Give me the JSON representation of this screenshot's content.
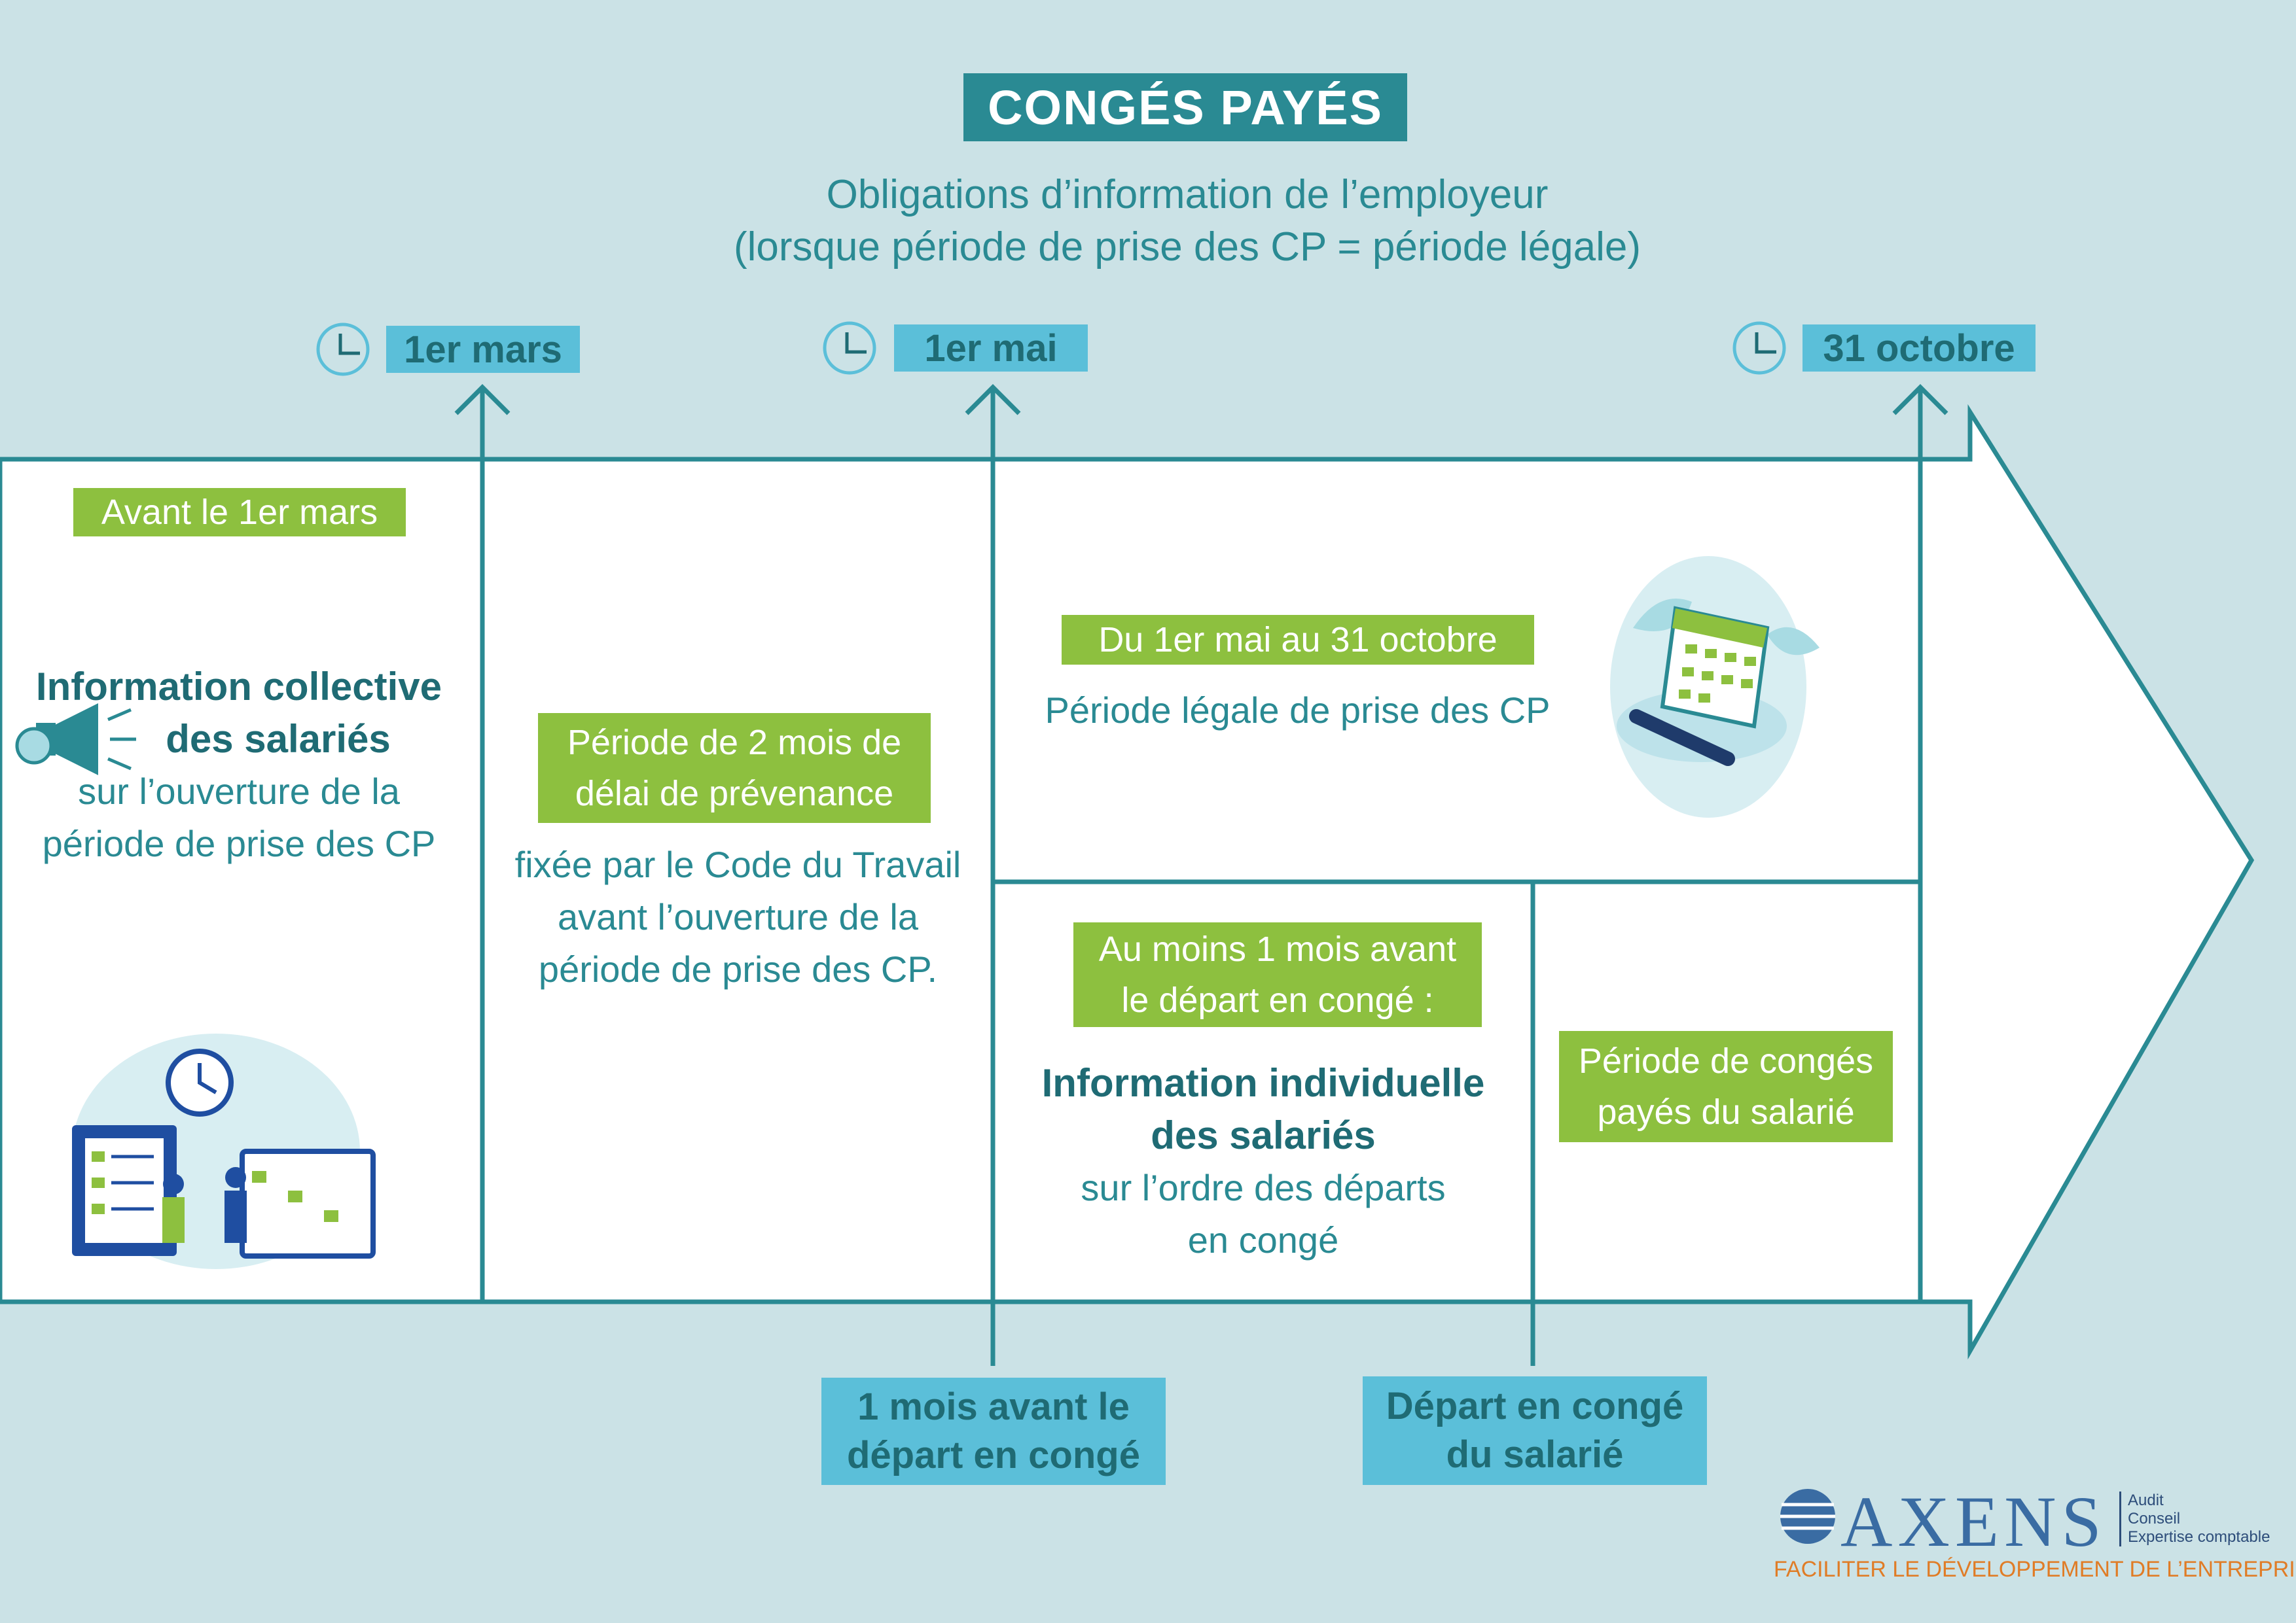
{
  "header": {
    "title": "CONGÉS PAYÉS",
    "subtitle_line1": "Obligations d’information de l’employeur",
    "subtitle_line2": "(lorsque période de prise des CP = période légale)"
  },
  "dates": {
    "d1": "1er mars",
    "d2": "1er mai",
    "d3": "31 octobre"
  },
  "col1": {
    "tag": "Avant le 1er mars",
    "bold_line1": "Information collective",
    "bold_line2": "des salariés",
    "line1": "sur l’ouverture de la",
    "line2": "période de prise des CP"
  },
  "col2": {
    "tag_line1": "Période de 2 mois de",
    "tag_line2": "délai de prévenance",
    "line1": "fixée par le Code du Travail",
    "line2": "avant l’ouverture de la",
    "line3": "période de prise des CP."
  },
  "col3_top": {
    "tag": "Du 1er mai au 31 octobre",
    "line1": "Période légale de prise des CP"
  },
  "col3_bottom": {
    "tag_line1": "Au moins 1 mois avant",
    "tag_line2": "le départ en congé :",
    "bold_line1": "Information individuelle",
    "bold_line2": "des salariés",
    "line1": "sur l’ordre des départs",
    "line2": "en congé"
  },
  "col4_bottom": {
    "tag_line1": "Période de congés",
    "tag_line2": "payés du salarié"
  },
  "bottom_labels": {
    "b1_line1": "1 mois avant le",
    "b1_line2": "départ en congé",
    "b2_line1": "Départ en congé",
    "b2_line2": "du salarié"
  },
  "logo": {
    "name": "AXENS",
    "side1": "Audit",
    "side2": "Conseil",
    "side3": "Expertise comptable",
    "tagline": "FACILITER LE DÉVELOPPEMENT DE L’ENTREPRISE"
  },
  "icons": [
    "clock-icon",
    "megaphone-icon",
    "calendar-illustration",
    "planning-illustration",
    "axens-globe-logo"
  ],
  "colors": {
    "background": "#cbe2e6",
    "teal": "#2a8a93",
    "dark_teal": "#1f6b74",
    "light_blue": "#5bbfd9",
    "green": "#8dc03f",
    "orange": "#e07c26"
  }
}
